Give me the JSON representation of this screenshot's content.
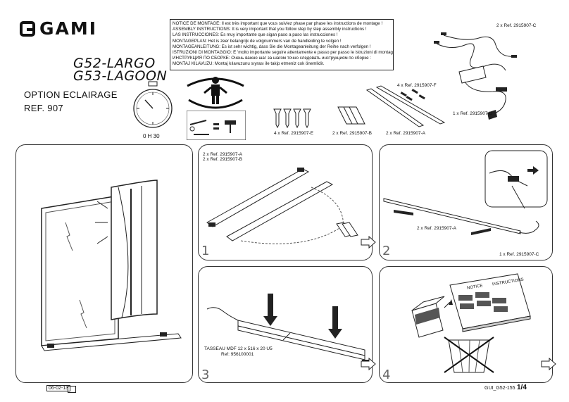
{
  "brand": {
    "name": "GAMI"
  },
  "models": {
    "line1": "G52-LARGO",
    "line2": "G53-LAGOON"
  },
  "option": {
    "title": "OPTION ECLAIRAGE",
    "ref": "REF. 907"
  },
  "timer": {
    "duration": "0 H 30"
  },
  "notice": {
    "lines": [
      "NOTICE DE MONTAGE: Il est très important que vous suiviez phase par phase les instructions de montage !",
      "ASSEMBLY INSTRUCTIONS: It is very important that you follow step by step assembly instructions !",
      "LAS INSTRUCCIONES: Es muy importante que sigan paso a paso las instrucciones !",
      "MONTAGEPLAN: Het is zeer belangrijk de volgnummers van de handleiding te volgen !",
      "MONTAGEANLEITUNG: Es ist sehr wichtig, dass Sie die Montageanleitung der Reihe nach verfolgen !",
      "ISTRUZIONI DI MONTAGGIO: E 'molto importante seguire attentamente e passo per passo le istruzioni di montaggio!",
      "ИНСТРУКЦИЯ ПО СБОРКЕ: Очень важно шаг за шагом точно следовать инструкциям по сборке :",
      "MONTAJ KILAVUZU: Montaj kılavuzunu sıyrası ile takip etmeniz cok önemlidir."
    ]
  },
  "parts": {
    "c_top": "2 x Ref. 2915907-C",
    "f": "4 x Ref. 2915907-F",
    "d": "1 x Ref. 2915907-D",
    "e": "4 x Ref. 2915907-E",
    "b": "2 x Ref. 2915907-B",
    "a": "2 x Ref. 2915907-A"
  },
  "steps": {
    "s1": {
      "num": "1",
      "label1": "2 x Ref. 2915907-A",
      "label2": "2 x Ref. 2915907-B"
    },
    "s2": {
      "num": "2",
      "label_a": "2 x Ref. 2915907-A",
      "label_c": "1 x Ref. 2915907-C"
    },
    "s3": {
      "num": "3",
      "label1": "TASSEAU MDF 12 x 516 x 20 U5",
      "label2": "Ref: 956100001"
    },
    "s4": {
      "num": "4",
      "sheet1": "NOTICE",
      "sheet2": "INSTRUCTIONS"
    }
  },
  "footer": {
    "date": "06-02-13",
    "code": "GUI_G52-155",
    "page": "1/4"
  }
}
